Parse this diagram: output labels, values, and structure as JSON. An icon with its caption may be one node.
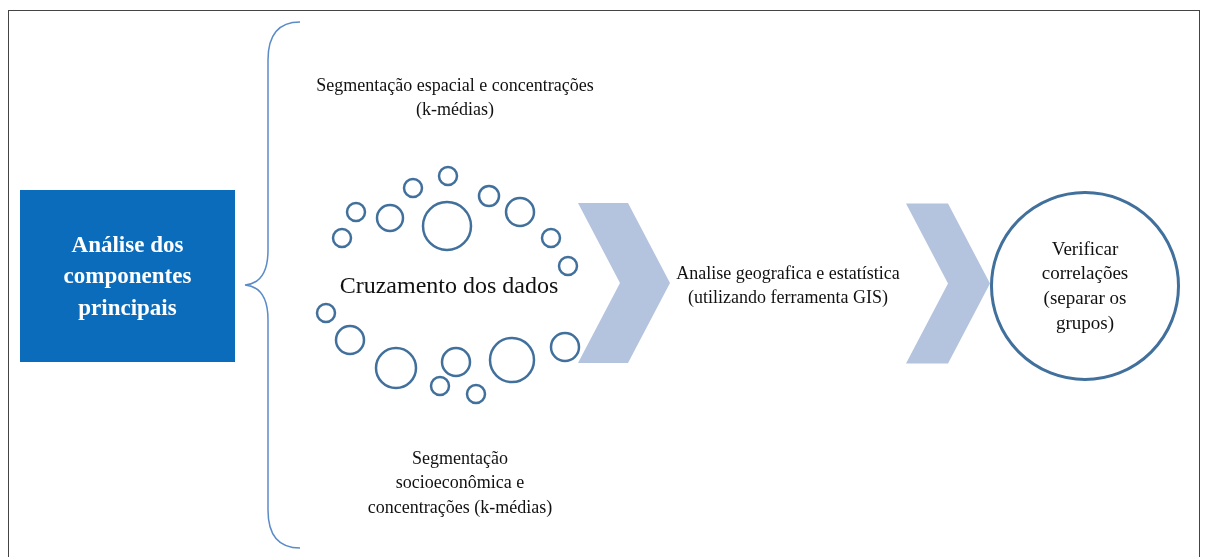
{
  "diagram": {
    "nodes": [
      {
        "text": [
          "Análise dos componentes principais"
        ]
      },
      {
        "text": [
          "Segmentação espacial e concentrações (k-médias)"
        ]
      },
      {
        "text": [
          "Cruzamento dos dados"
        ]
      },
      {
        "text": [
          "Segmentação socioeconômica e concentrações (k-médias)"
        ]
      },
      {
        "text": [
          "Analise geografica e estatística (utilizando ferramenta GIS)"
        ]
      },
      {
        "text": [
          "Verificar correlações (separar os grupos)"
        ]
      }
    ],
    "edges": [
      {
        "from": 2,
        "to": 4,
        "arrow": "to"
      },
      {
        "from": 4,
        "to": 5,
        "arrow": "to"
      }
    ]
  }
}
